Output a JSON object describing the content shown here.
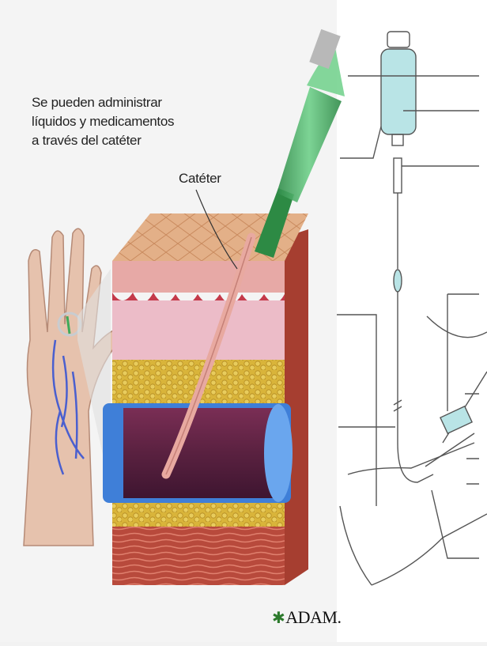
{
  "left_panel": {
    "caption_lines": [
      "Se pueden administrar",
      "líquidos y medicamentos",
      "a través del catéter"
    ],
    "catheter_label": "Catéter",
    "logo_text": "ADAM."
  },
  "right_panel": {
    "label_lines_count": 9,
    "labels_text": []
  },
  "colors": {
    "background": "#f2f2f2",
    "catheter_green": "#3faa5a",
    "vein_blue": "#3f7fd8",
    "vein_interior": "#5a2140",
    "fat_yellow": "#d9b43a",
    "dermis_pink": "#e9a5b4",
    "muscle_red": "#b84a3c",
    "iv_fluid": "#b9e4e6"
  }
}
